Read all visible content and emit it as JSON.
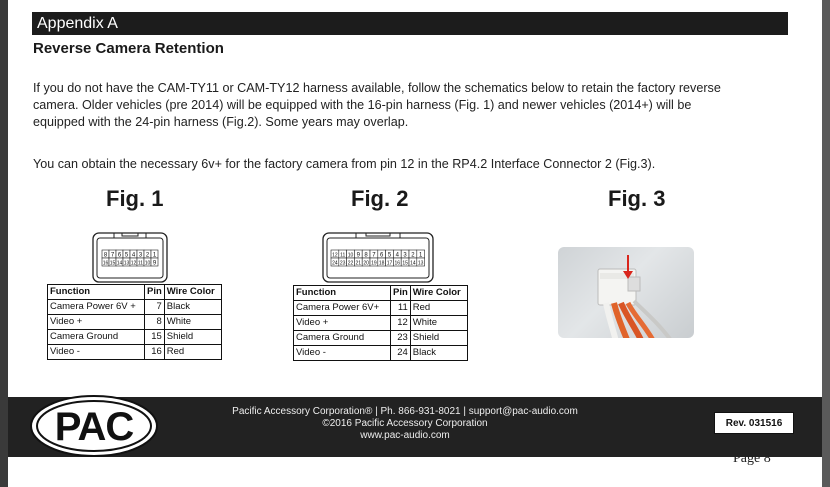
{
  "header": {
    "appendix": "Appendix A",
    "title": "Reverse Camera Retention"
  },
  "body": {
    "intro_lines": [
      "If you do not have the CAM-TY11 or CAM-TY12 harness available, follow the schematics below to retain the factory reverse",
      "camera. Older vehicles (pre 2014) will be equipped with the 16-pin harness (Fig. 1) and newer vehicles (2014+) will be",
      "equipped with the 24-pin harness (Fig.2). Some years may overlap."
    ],
    "power_note": "You can obtain the necessary 6v+ for the factory camera from pin 12 in the RP4.2 Interface Connector 2 (Fig.3)."
  },
  "figures": {
    "fig1": {
      "label": "Fig. 1",
      "connector_top": [
        "8",
        "7",
        "6",
        "5",
        "4",
        "3",
        "2",
        "1"
      ],
      "connector_bottom": [
        "16",
        "15",
        "14",
        "13",
        "12",
        "11",
        "10",
        "9"
      ],
      "headers": [
        "Function",
        "Pin",
        "Wire Color"
      ],
      "rows": [
        {
          "function": "Camera Power 6V +",
          "pin": "7",
          "color": "Black"
        },
        {
          "function": "Video +",
          "pin": "8",
          "color": "White"
        },
        {
          "function": "Camera Ground",
          "pin": "15",
          "color": "Shield"
        },
        {
          "function": "Video -",
          "pin": "16",
          "color": "Red"
        }
      ]
    },
    "fig2": {
      "label": "Fig. 2",
      "connector_top": [
        "12",
        "11",
        "10",
        "9",
        "8",
        "7",
        "6",
        "5",
        "4",
        "3",
        "2",
        "1"
      ],
      "connector_bottom": [
        "24",
        "23",
        "22",
        "21",
        "20",
        "19",
        "18",
        "17",
        "16",
        "15",
        "14",
        "13"
      ],
      "headers": [
        "Function",
        "Pin",
        "Wire Color"
      ],
      "rows": [
        {
          "function": "Camera Power 6V+",
          "pin": "11",
          "color": "Red"
        },
        {
          "function": "Video +",
          "pin": "12",
          "color": "White"
        },
        {
          "function": "Camera Ground",
          "pin": "23",
          "color": "Shield"
        },
        {
          "function": "Video -",
          "pin": "24",
          "color": "Black"
        }
      ]
    },
    "fig3": {
      "label": "Fig. 3"
    }
  },
  "footer": {
    "logo_text": "PAC",
    "line1": "Pacific Accessory Corporation® | Ph. 866-931-8021 | support@pac-audio.com",
    "line2": "©2016 Pacific Accessory Corporation",
    "line3": "www.pac-audio.com",
    "revision": "Rev. 031516",
    "page": "Page 8"
  },
  "colors": {
    "bar": "#1c1c1c",
    "footer": "#222222",
    "arrow": "#d9261c",
    "wire_orange": "#e0632a"
  }
}
